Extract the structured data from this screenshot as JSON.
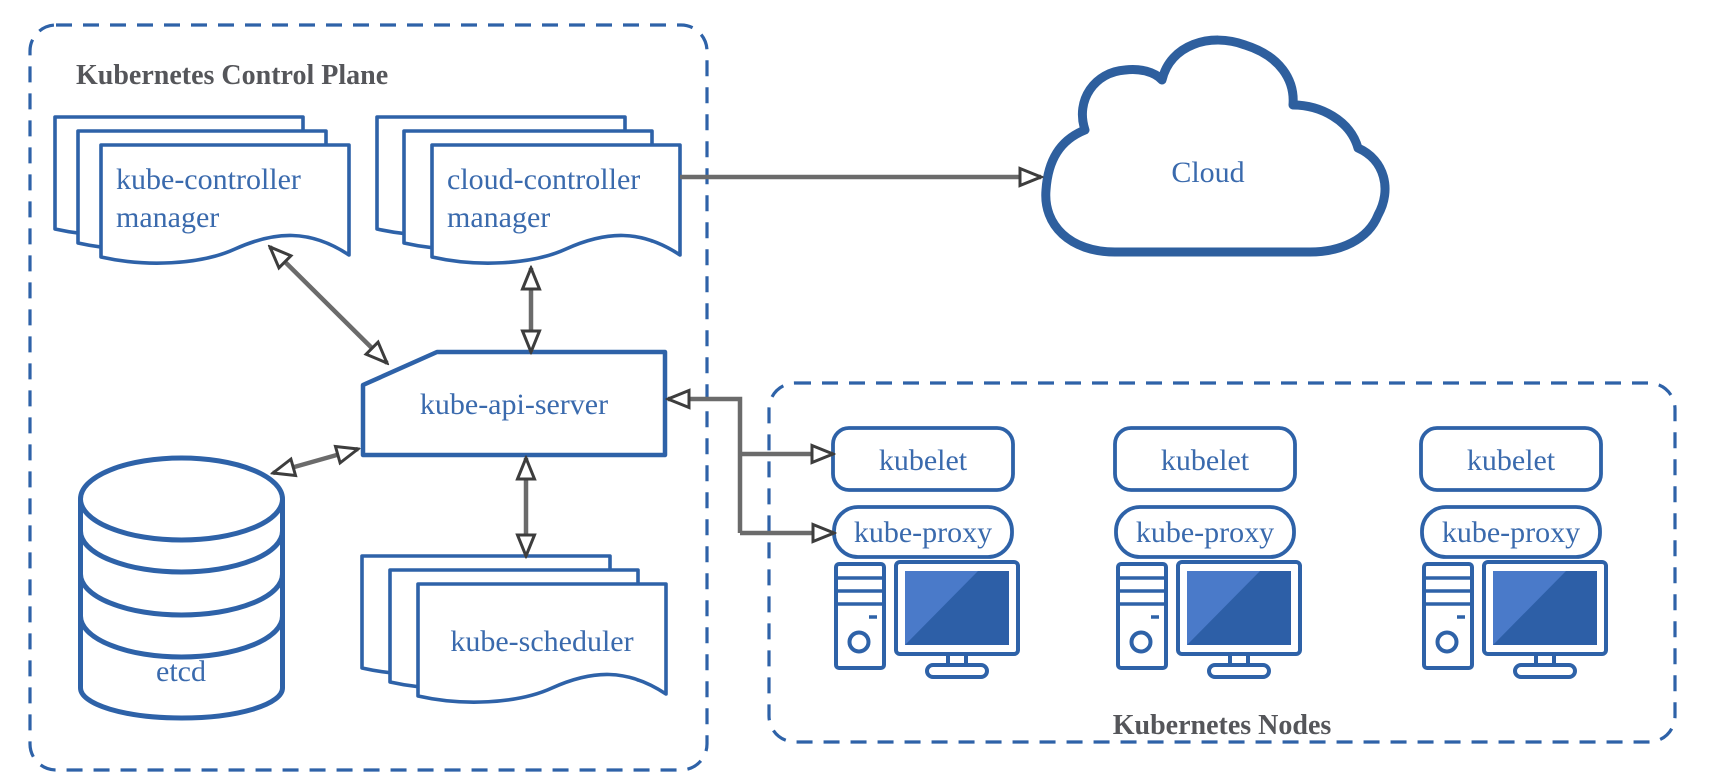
{
  "colors": {
    "bg": "#ffffff",
    "shape_blue": "#2e62a8",
    "text_blue": "#3a6aad",
    "title_gray": "#55565a",
    "arrow_gray": "#6b6b6b",
    "arrowhead_outline": "#3d3d3d",
    "cloud_blue": "#2e5f9e",
    "screen_dark": "#2d5fa7",
    "screen_light": "#4a7ac9"
  },
  "control_plane": {
    "title": "Kubernetes Control Plane",
    "kube_controller_manager": {
      "line1": "kube-controller",
      "line2": "manager"
    },
    "cloud_controller_manager": {
      "line1": "cloud-controller",
      "line2": "manager"
    },
    "kube_api_server": {
      "label": "kube-api-server"
    },
    "etcd": {
      "label": "etcd"
    },
    "kube_scheduler": {
      "label": "kube-scheduler"
    }
  },
  "cloud": {
    "label": "Cloud"
  },
  "nodes": {
    "title": "Kubernetes Nodes",
    "items": [
      {
        "kubelet": "kubelet",
        "kube_proxy": "kube-proxy"
      },
      {
        "kubelet": "kubelet",
        "kube_proxy": "kube-proxy"
      },
      {
        "kubelet": "kubelet",
        "kube_proxy": "kube-proxy"
      }
    ]
  }
}
